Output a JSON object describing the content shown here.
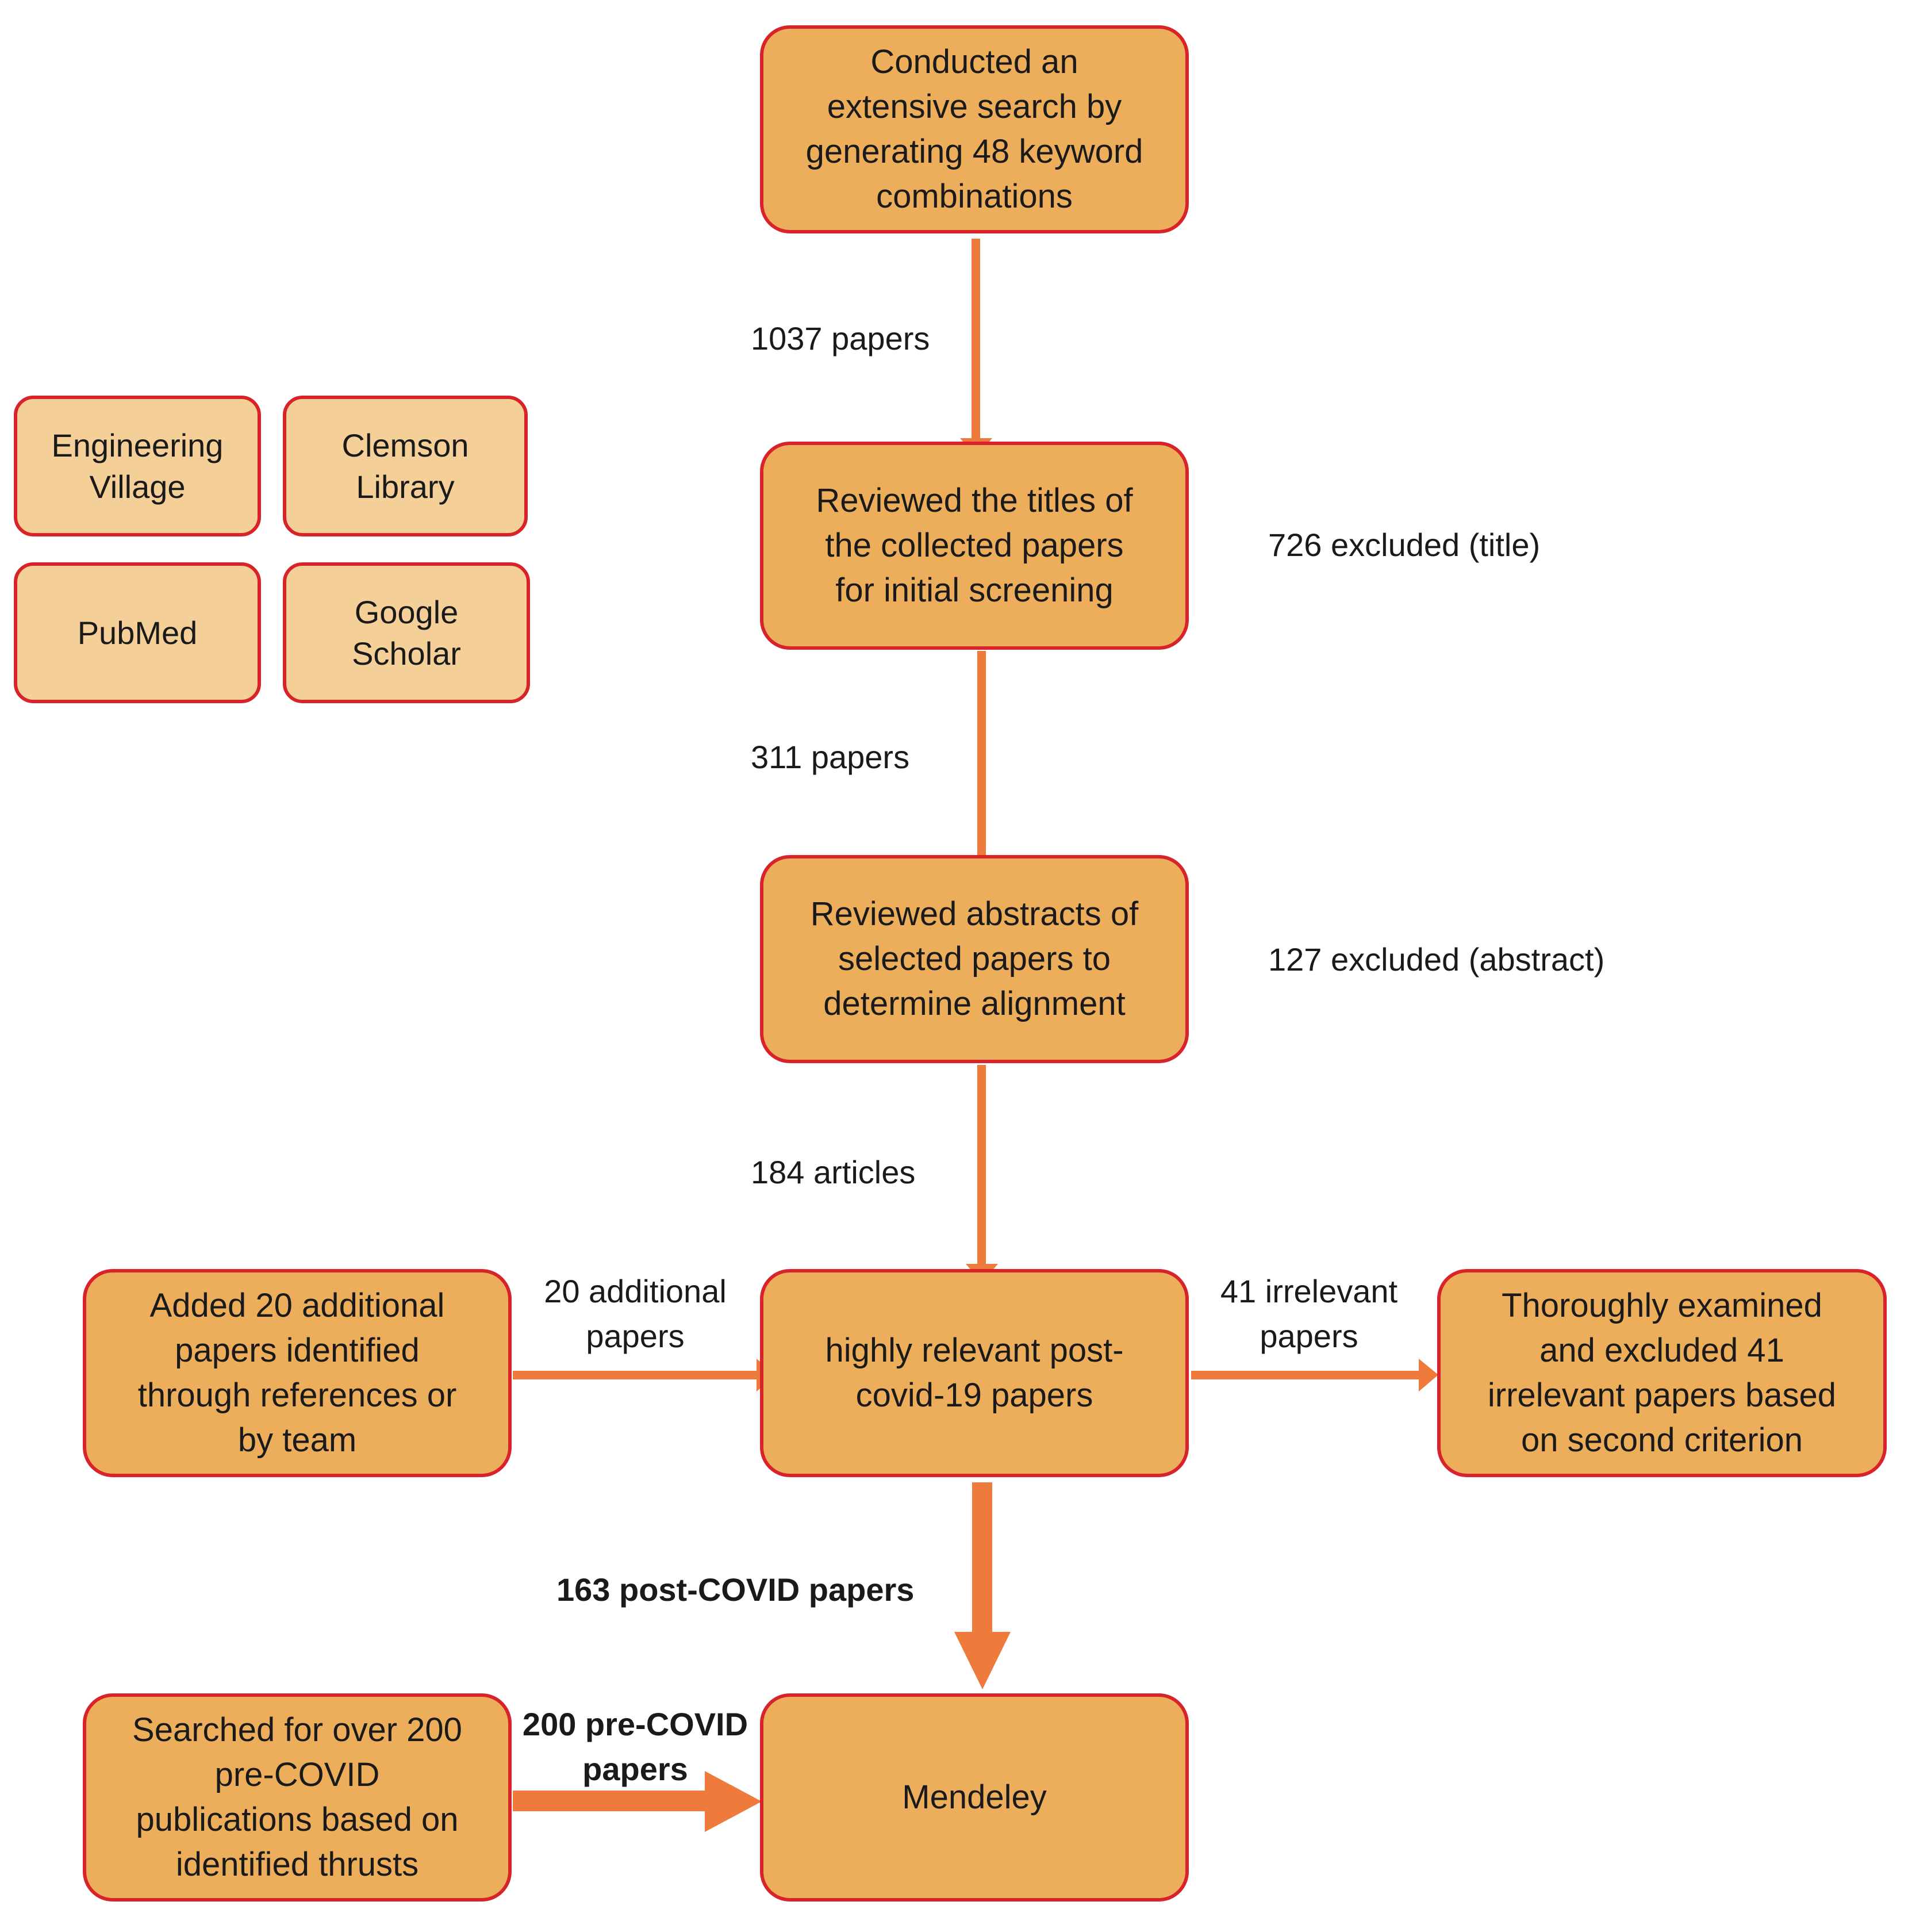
{
  "colors": {
    "box_fill": "#EDAE5C",
    "source_fill": "#F4CF97",
    "border": "#D8232A",
    "arrow": "#EE7A3C"
  },
  "sources": [
    "Engineering\nVillage",
    "Clemson\nLibrary",
    "PubMed",
    "Google\nScholar"
  ],
  "steps": {
    "search": "Conducted an\nextensive search by\ngenerating 48 keyword\ncombinations",
    "titles": "Reviewed the titles of\nthe collected papers\nfor initial screening",
    "abstracts": "Reviewed abstracts of\nselected papers to\ndetermine alignment",
    "relevant": "highly relevant post-\ncovid-19 papers",
    "added": "Added 20 additional\npapers identified\nthrough references or\nby team",
    "examined": "Thoroughly examined\nand excluded 41\nirrelevant papers based\non second criterion",
    "precovid": "Searched for over 200\npre-COVID\npublications based on\nidentified thrusts",
    "mendeley": "Mendeley"
  },
  "labels": {
    "papers_1037": "1037 papers",
    "excluded_title": "726 excluded (title)",
    "papers_311": "311 papers",
    "excluded_abstract": "127 excluded (abstract)",
    "articles_184": "184 articles",
    "additional_20": "20 additional\npapers",
    "irrelevant_41": "41 irrelevant\npapers",
    "post_covid_163": "163 post-COVID papers",
    "pre_covid_200": "200 pre-COVID\npapers"
  }
}
